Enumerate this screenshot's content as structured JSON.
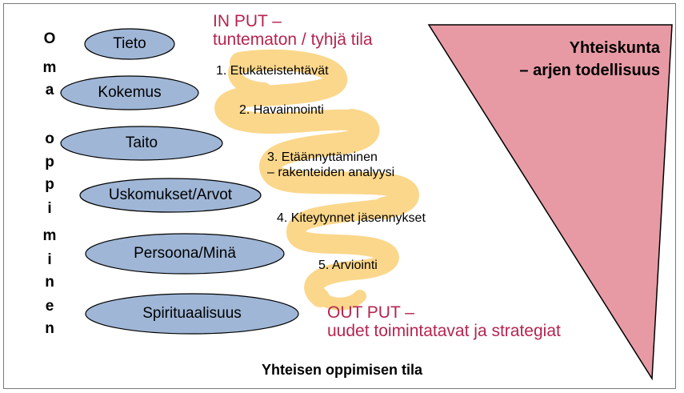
{
  "vertical_label_letters": [
    "O",
    "m",
    "a",
    "",
    "o",
    "p",
    "p",
    "i",
    "m",
    "i",
    "n",
    "e",
    "n"
  ],
  "ovals": [
    "Tieto",
    "Kokemus",
    "Taito",
    "Uskomukset/Arvot",
    "Persoona/Minä",
    "Spirituaalisuus"
  ],
  "input": {
    "line1": "IN PUT –",
    "line2": "tuntematon / tyhjä tila"
  },
  "steps": [
    "1. Etukäteistehtävät",
    "2. Havainnointi",
    "3. Etäännyttäminen",
    "– rakenteiden analyysi",
    "4. Kiteytynnet jäsennykset",
    "5. Arviointi"
  ],
  "output": {
    "line1": "OUT PUT –",
    "line2": "uudet toimintatavat ja strategiat"
  },
  "society": {
    "line1": "Yhteiskunta",
    "line2": "– arjen todellisuus"
  },
  "footer": "Yhteisen oppimisen tila",
  "colors": {
    "accent_red": "#b5254f",
    "oval_fill": "#9fb6d6",
    "triangle_fill": "#e79aa4",
    "spiral": "#fbd585"
  }
}
